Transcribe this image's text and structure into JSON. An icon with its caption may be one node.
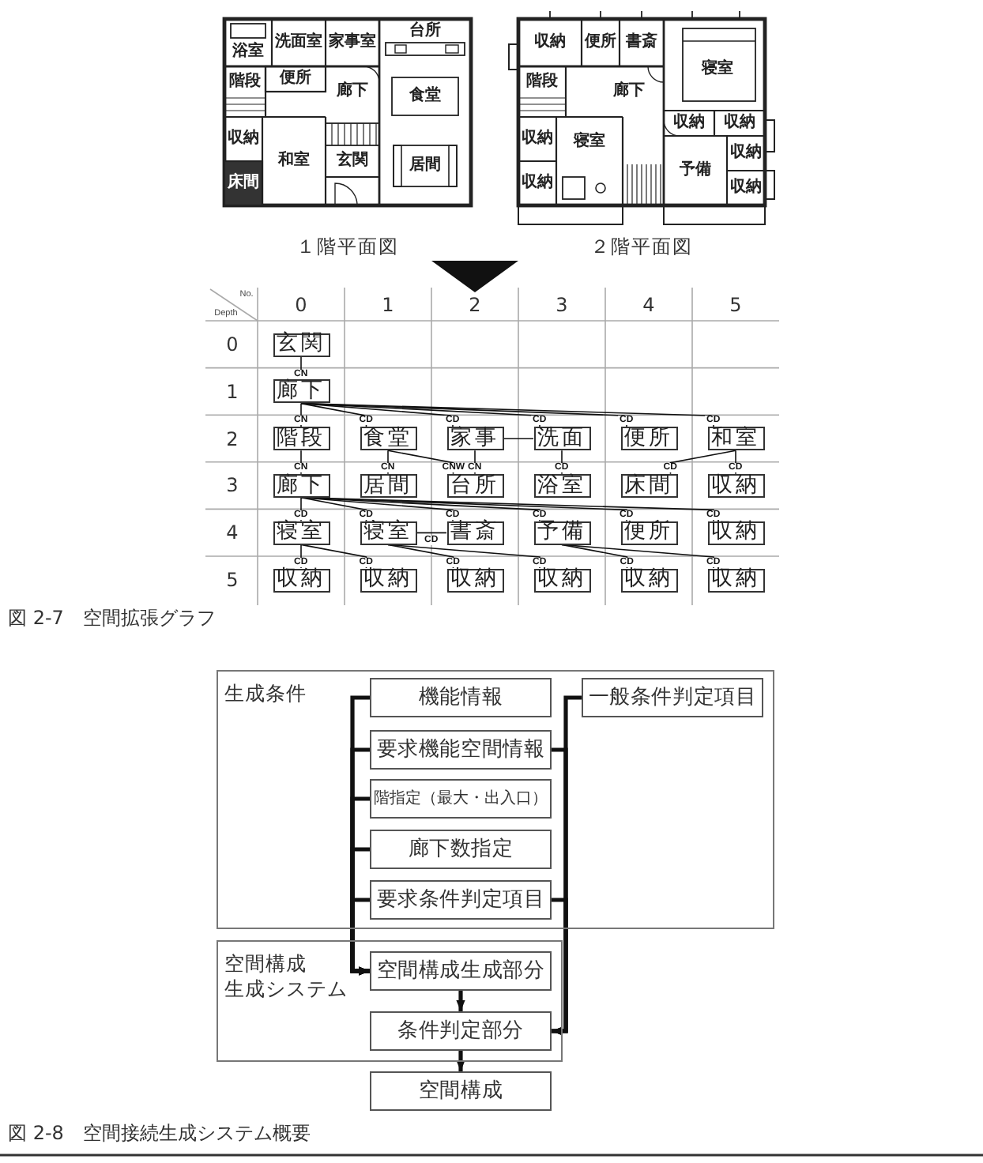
{
  "diagram": {
    "nodes": [
      {
        "text": [
          "玄関"
        ]
      },
      {
        "text": [
          "廊下"
        ]
      },
      {
        "text": [
          "階段"
        ]
      },
      {
        "text": [
          "食堂"
        ]
      },
      {
        "text": [
          "家事"
        ]
      },
      {
        "text": [
          "洗面"
        ]
      },
      {
        "text": [
          "便所"
        ]
      },
      {
        "text": [
          "和室"
        ]
      },
      {
        "text": [
          "廊下"
        ]
      },
      {
        "text": [
          "居間"
        ]
      },
      {
        "text": [
          "台所"
        ]
      },
      {
        "text": [
          "浴室"
        ]
      },
      {
        "text": [
          "床間"
        ]
      },
      {
        "text": [
          "収納"
        ]
      },
      {
        "text": [
          "寝室"
        ]
      },
      {
        "text": [
          "寝室"
        ]
      },
      {
        "text": [
          "書斎"
        ]
      },
      {
        "text": [
          "予備"
        ]
      },
      {
        "text": [
          "便所"
        ]
      },
      {
        "text": [
          "収納"
        ]
      },
      {
        "text": [
          "収納"
        ]
      },
      {
        "text": [
          "収納"
        ]
      },
      {
        "text": [
          "収納"
        ]
      },
      {
        "text": [
          "収納"
        ]
      },
      {
        "text": [
          "収納"
        ]
      },
      {
        "text": [
          "収納"
        ]
      },
      {
        "text": [
          "生成条件"
        ]
      },
      {
        "text": [
          "機能情報"
        ],
        "in": 26
      },
      {
        "text": [
          "一般条件判定項目"
        ],
        "in": 26
      },
      {
        "text": [
          "要求機能空間情報"
        ],
        "in": 26
      },
      {
        "text": [
          "階指定（最大・出入口）"
        ],
        "in": 26
      },
      {
        "text": [
          "廊下数指定"
        ],
        "in": 26
      },
      {
        "text": [
          "要求条件判定項目"
        ],
        "in": 26
      },
      {
        "text": [
          "空間構成生成システム"
        ]
      },
      {
        "text": [
          "空間構成生成部分"
        ],
        "in": 33
      },
      {
        "text": [
          "条件判定部分"
        ],
        "in": 33
      },
      {
        "text": [
          "空間構成"
        ]
      }
    ],
    "edges": [
      {
        "from": 0,
        "to": 1,
        "arrow": "none",
        "label": "CN"
      },
      {
        "from": 1,
        "to": 2,
        "arrow": "none",
        "label": "CN"
      },
      {
        "from": 1,
        "to": 3,
        "arrow": "none",
        "label": "CD"
      },
      {
        "from": 1,
        "to": 4,
        "arrow": "none",
        "label": "CD"
      },
      {
        "from": 1,
        "to": 5,
        "arrow": "none",
        "label": "CD"
      },
      {
        "from": 1,
        "to": 6,
        "arrow": "none",
        "label": "CD"
      },
      {
        "from": 1,
        "to": 7,
        "arrow": "none",
        "label": "CD"
      },
      {
        "from": 4,
        "to": 5,
        "arrow": "none"
      },
      {
        "from": 2,
        "to": 8,
        "arrow": "none",
        "label": "CN"
      },
      {
        "from": 3,
        "to": 9,
        "arrow": "none",
        "label": "CN"
      },
      {
        "from": 3,
        "to": 10,
        "arrow": "none",
        "label": "CNW"
      },
      {
        "from": 4,
        "to": 10,
        "arrow": "none",
        "label": "CN"
      },
      {
        "from": 5,
        "to": 11,
        "arrow": "none",
        "label": "CD"
      },
      {
        "from": 7,
        "to": 12,
        "arrow": "none",
        "label": "CD"
      },
      {
        "from": 7,
        "to": 13,
        "arrow": "none",
        "label": "CD"
      },
      {
        "from": 8,
        "to": 14,
        "arrow": "none",
        "label": "CD"
      },
      {
        "from": 8,
        "to": 15,
        "arrow": "none",
        "label": "CD"
      },
      {
        "from": 8,
        "to": 16,
        "arrow": "none",
        "label": "CD"
      },
      {
        "from": 8,
        "to": 17,
        "arrow": "none",
        "label": "CD"
      },
      {
        "from": 8,
        "to": 18,
        "arrow": "none",
        "label": "CD"
      },
      {
        "from": 8,
        "to": 19,
        "arrow": "none",
        "label": "CD"
      },
      {
        "from": 15,
        "to": 16,
        "arrow": "none",
        "label": "CD"
      },
      {
        "from": 14,
        "to": 20,
        "arrow": "none",
        "label": "CD"
      },
      {
        "from": 14,
        "to": 21,
        "arrow": "none",
        "label": "CD"
      },
      {
        "from": 15,
        "to": 22,
        "arrow": "none",
        "label": "CD"
      },
      {
        "from": 15,
        "to": 23,
        "arrow": "none",
        "label": "CD"
      },
      {
        "from": 17,
        "to": 24,
        "arrow": "none",
        "label": "CD"
      },
      {
        "from": 17,
        "to": 25,
        "arrow": "none",
        "label": "CD"
      },
      {
        "from": 27,
        "to": 34,
        "arrow": "to",
        "style": "thick"
      },
      {
        "from": 29,
        "to": 34,
        "arrow": "to",
        "style": "thick"
      },
      {
        "from": 30,
        "to": 34,
        "arrow": "to",
        "style": "thick"
      },
      {
        "from": 31,
        "to": 34,
        "arrow": "to",
        "style": "thick"
      },
      {
        "from": 32,
        "to": 34,
        "arrow": "to",
        "style": "thick"
      },
      {
        "from": 29,
        "to": 35,
        "arrow": "to",
        "style": "thick"
      },
      {
        "from": 32,
        "to": 35,
        "arrow": "to",
        "style": "thick"
      },
      {
        "from": 28,
        "to": 35,
        "arrow": "to",
        "style": "thick"
      },
      {
        "from": 34,
        "to": 35,
        "arrow": "to",
        "style": "thick"
      },
      {
        "from": 35,
        "to": 36,
        "arrow": "to",
        "style": "thick"
      }
    ],
    "labels": [
      "浴室",
      "洗面室",
      "家事室",
      "台所",
      "階段",
      "便所",
      "廊下",
      "食堂",
      "収納",
      "和室",
      "玄関",
      "居間",
      "床間",
      "収納",
      "便所",
      "書斎",
      "寝室",
      "階段",
      "廊下",
      "収納",
      "収納",
      "収納",
      "寝室",
      "収納",
      "予備",
      "収納",
      "収納",
      "１階平面図",
      "２階平面図",
      "No.",
      "Depth",
      "0",
      "1",
      "2",
      "3",
      "4",
      "5",
      "0",
      "1",
      "2",
      "3",
      "4",
      "5",
      "図 2-7　空間拡張グラフ",
      "図 2-8　空間接続生成システム概要"
    ]
  }
}
